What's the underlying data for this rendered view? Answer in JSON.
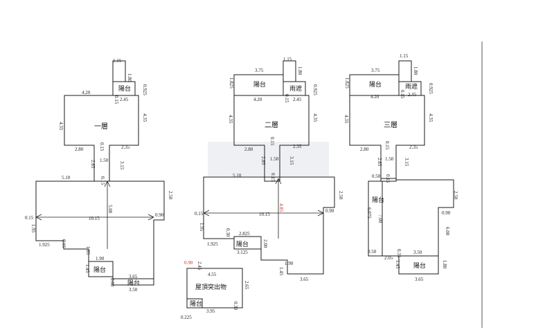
{
  "plans": [
    {
      "rooms": [
        "一層",
        "陽台",
        "陽台",
        "陽台"
      ],
      "dims": [
        "1.15",
        "1.80",
        "0.925",
        "4.20",
        "2.45",
        "0.15",
        "4.35",
        "4.35",
        "2.80",
        "0.15",
        "2.35",
        "2.85",
        "1.50",
        "3.15",
        "5.10",
        "0.15",
        "2.50",
        "0.15",
        "10.15",
        "5.00",
        "0.90",
        "1.95",
        "1.925",
        "0.15",
        "1.90",
        "1.85",
        "1.45",
        "3.65",
        "0.60",
        "3.50"
      ]
    },
    {
      "rooms": [
        "陽台",
        "雨遮",
        "二層",
        "陽台",
        "屋頂突出物",
        "陽台"
      ],
      "dims": [
        "3.75",
        "1.15",
        "1.80",
        "1.825",
        "0.925",
        "4.20",
        "2.45",
        "0.15",
        "4.35",
        "4.35",
        "2.80",
        "0.15",
        "2.35",
        "2.85",
        "1.50",
        "3.15",
        "5.10",
        "0.15",
        "2.50",
        "0.15",
        "10.15",
        "4.85",
        "0.90",
        "1.95",
        "0.30",
        "2.825",
        "1.925",
        "2.00",
        "3.125",
        "1.90",
        "1.45",
        "3.65",
        "0.90",
        "2.45",
        "4.55",
        "2.65",
        "0.30",
        "3.95",
        "0.225"
      ]
    },
    {
      "rooms": [
        "陽台",
        "雨遮",
        "三層",
        "陽台",
        "陽台"
      ],
      "dims": [
        "3.75",
        "1.15",
        "1.80",
        "1.825",
        "0.925",
        "4.20",
        "2.45",
        "0.15",
        "4.35",
        "4.35",
        "2.80",
        "0.15",
        "2.35",
        "2.85",
        "1.50",
        "3.15",
        "0.50",
        "0.15",
        "2.50",
        "6.075",
        "7.00",
        "0.90",
        "6.00",
        "0.50",
        "2.05",
        "0.35",
        "3.50",
        "1.45",
        "1.80",
        "3.65"
      ]
    }
  ]
}
